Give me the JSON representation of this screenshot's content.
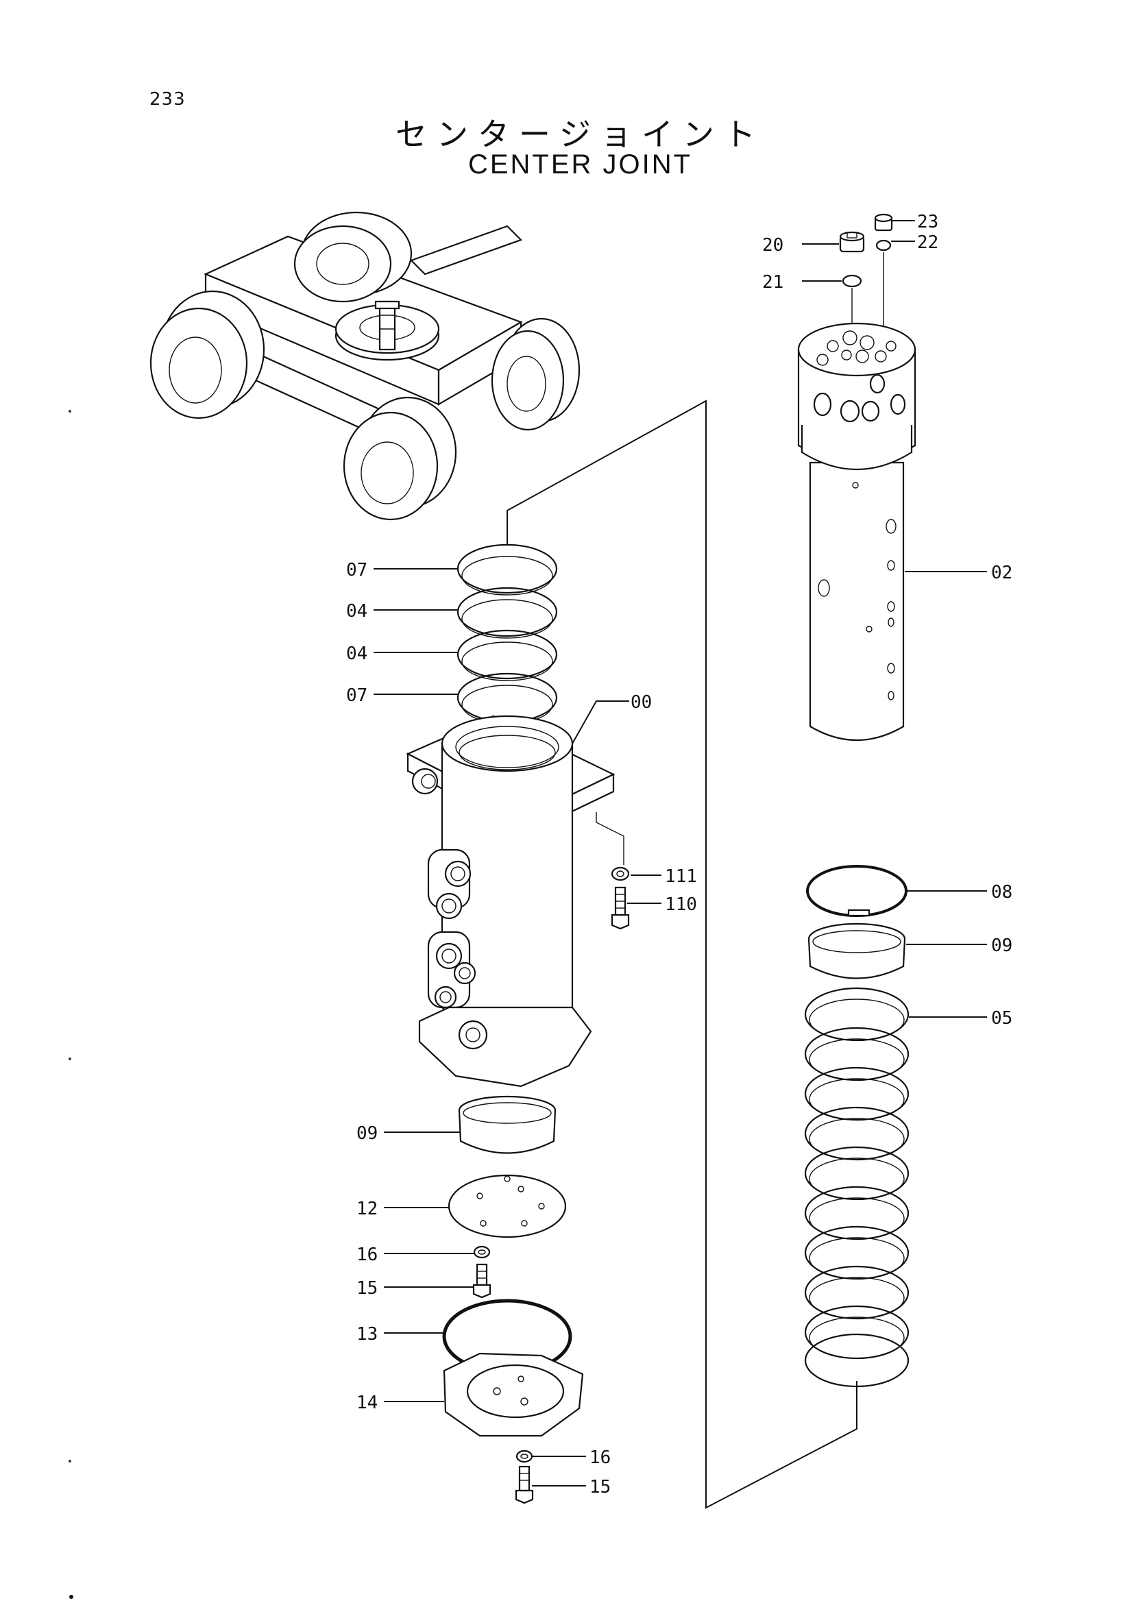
{
  "page_number": "233",
  "title_jp": "センタージョイント",
  "title_en": "CENTER JOINT",
  "callouts": [
    "07",
    "04",
    "04",
    "07",
    "00",
    "111",
    "110",
    "09",
    "12",
    "16",
    "15",
    "13",
    "14",
    "16",
    "15",
    "23",
    "20",
    "22",
    "21",
    "02",
    "08",
    "09",
    "05"
  ]
}
